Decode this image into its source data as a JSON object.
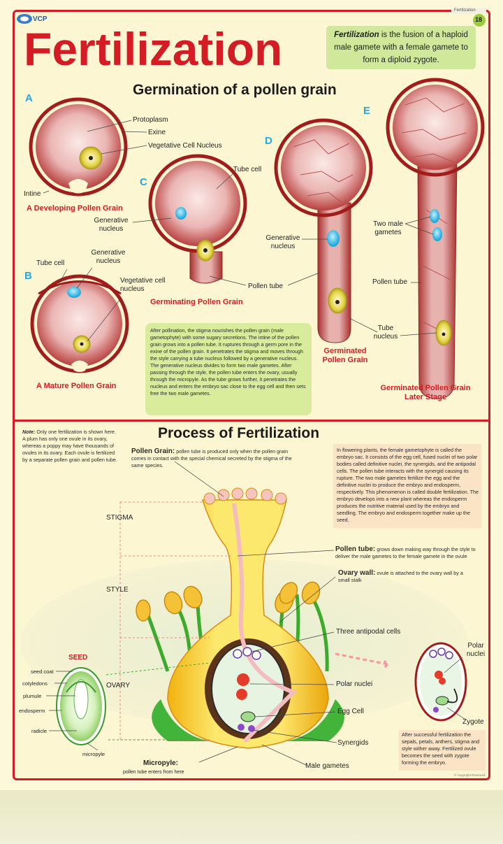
{
  "header": {
    "logo": "VCP",
    "corner_label": "Fertilization",
    "page_number": "18",
    "title": "Fertilization",
    "definition": {
      "term": "Fertilization",
      "text": " is the fusion of a haploid male gamete with a female gamete to form a diploid zygote."
    }
  },
  "germination": {
    "title": "Germination of a pollen grain",
    "panel_a": {
      "letter": "A",
      "labels": [
        "Protoplasm",
        "Exine",
        "Vegetative Cell Nucleus",
        "Intine"
      ],
      "caption": "A Developing Pollen Grain"
    },
    "panel_b": {
      "letter": "B",
      "labels": [
        "Tube cell",
        "Generative nucleus",
        "Vegetative cell nucleus"
      ],
      "caption": "A Mature Pollen Grain"
    },
    "panel_c": {
      "letter": "C",
      "labels": [
        "Tube cell",
        "Generative nucleus",
        "Pollen tube"
      ],
      "caption": "Germinating Pollen Grain"
    },
    "panel_d": {
      "letter": "D",
      "labels": [
        "Generative nucleus",
        "Tube nucleus"
      ],
      "caption": "Germinated Pollen Grain"
    },
    "panel_e": {
      "letter": "E",
      "labels": [
        "Two male gametes",
        "Pollen tube"
      ],
      "caption": "Germinated Pollen Grain Later Stage"
    },
    "info_text": "After pollination, the stigma nourishes the pollen grain (male gametophyte) with some sugary secretions. The intine of the pollen grain grows into a pollen tube. It ruptures through a germ pore in the exine of the pollen grain. It penetrates the stigma and moves through the style carrying a tube nucleus followed by a generative nucleus. The generative nucleus divides to form two male gametes. After passing through the style, the pollen tube enters the ovary, usually through the micropyle. As the tube grows further, it penetrates the nucleus and enters the embryo sac close to the egg cell and then sets free the two male gametes."
  },
  "process": {
    "title": "Process of Fertilization",
    "note_label": "Note:",
    "note_text": " Only one fertilization is shown here. A plum has only one ovule in its ovary, whereas a poppy may have thousands of ovules in its ovary. Each ovule is fertilized by a separate pollen grain and pollen tube.",
    "pollen_grain_label": "Pollen Grain:",
    "pollen_grain_text": " pollen tube is produced only when the pollen grain comes in contact with the special chemical secreted by the stigma of the same species.",
    "side_text": "In flowering plants, the female gametophyte is called the embryo sac. It consists of the egg cell, fused nuclei of two polar bodies called definitive nuclei, the synergids, and the antipodal cells. The pollen tube interacts with the synergid causing its rupture. The two male gametes fertilize the egg and the definitive nuclei to produce the embryo and endosperm, respectively. This phenomenon is called double fertilization. The embryo develops into a new plant whereas the endosperm produces the nutritive material used by the embryo and seedling. The embryo and endosperm together make up the seed.",
    "flower_labels": {
      "stigma": "STIGMA",
      "style": "STYLE",
      "ovary": "OVARY",
      "pollen_tube_label": "Pollen tube:",
      "pollen_tube_text": " grows down making way through the style to deliver the male gametes to the female gamete in the ovule",
      "ovary_wall_label": "Ovary wall:",
      "ovary_wall_text": " ovule is attached to the ovary wall by a small stalk",
      "antipodal": "Three antipodal cells",
      "polar_nuclei": "Polar nuclei",
      "egg_cell": "Egg Cell",
      "synergids": "Synergids",
      "male_gametes": "Male gametes",
      "micropyle_label": "Micropyle:",
      "micropyle_text": "pollen tube enters from here"
    },
    "seed": {
      "title": "SEED",
      "labels": [
        "seed coat",
        "cotyledons",
        "plumule",
        "endosperm",
        "radicle",
        "micropyle"
      ]
    },
    "zygote_panel": {
      "polar_nuclei": "Polar nuclei",
      "zygote": "Zygote",
      "after_text": "After successful fertilization the sepals, petals, anthers, stigma and style wither away. Fertilized ovule becomes the seed with zygote forming the embryo."
    },
    "copyright": "© Copyright Reserved"
  },
  "colors": {
    "accent_red": "#d41c24",
    "letter_blue": "#25a8e0",
    "definition_bg": "#cfe89a",
    "flower_yellow": "#f7d11e",
    "paper": "#fcf7d2"
  }
}
